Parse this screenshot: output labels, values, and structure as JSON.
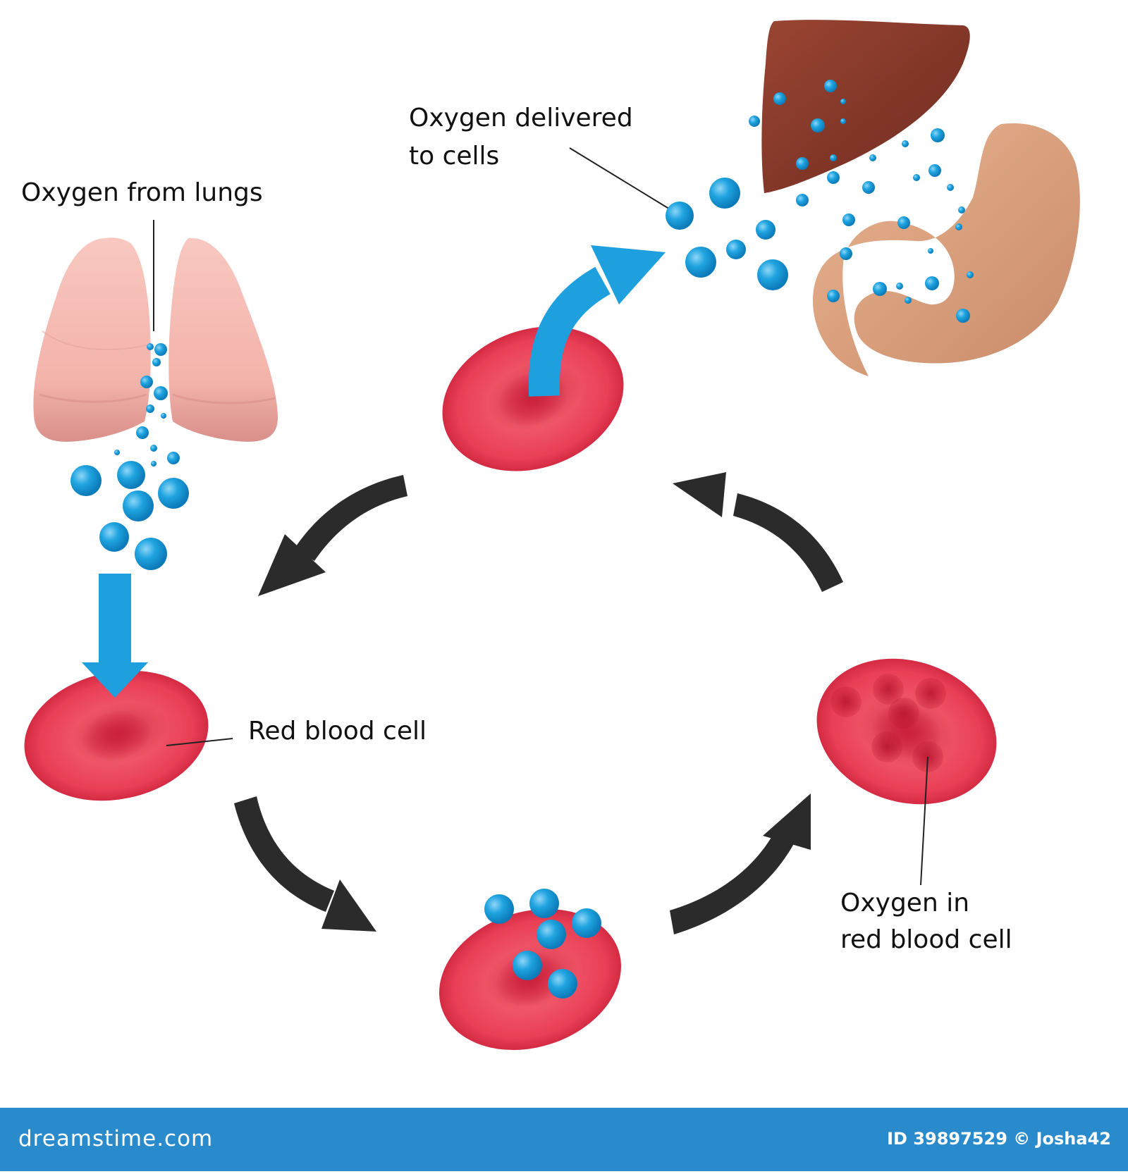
{
  "labels": {
    "oxygen_from_lungs": "Oxygen from lungs",
    "oxygen_delivered_line1": "Oxygen delivered",
    "oxygen_delivered_line2": "to cells",
    "red_blood_cell": "Red blood cell",
    "oxygen_in_line1": "Oxygen in",
    "oxygen_in_line2": "red blood cell"
  },
  "footer": {
    "brand": "dreamstime.com",
    "id_text": "ID 39897529 © Josha42"
  },
  "colors": {
    "oxygen": "#1e9fde",
    "arrow_blue": "#1e9fde",
    "cycle_arrow": "#2b2b2b",
    "blood_cell": "#e8394e",
    "lung": "#f3b5ad",
    "liver": "#8b3a2c",
    "stomach": "#dea27f",
    "footer_bg": "#2a8bcc"
  }
}
